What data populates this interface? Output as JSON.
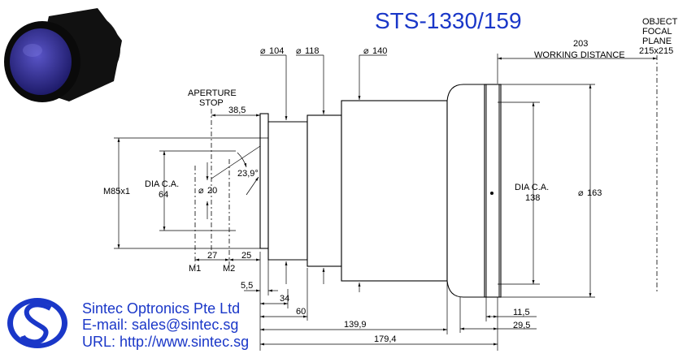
{
  "title": "STS-1330/159",
  "object_plane": {
    "line1": "OBJECT",
    "line2": "FOCAL",
    "line3": "PLANE",
    "line4": "215x215"
  },
  "working_distance": {
    "value": "203",
    "label": "WORKING DISTANCE"
  },
  "diameters": {
    "d104": "104",
    "d118": "118",
    "d140": "140",
    "d163": "163",
    "d20": "20"
  },
  "aperture": {
    "line1": "APERTURE",
    "line2": "STOP",
    "dist": "38,5"
  },
  "angle": "23,9°",
  "mount": "M85x1",
  "dia_ca_left": {
    "label": "DIA C.A.",
    "value": "64"
  },
  "dia_ca_right": {
    "label": "DIA C.A.",
    "value": "138"
  },
  "m_dims": {
    "d27": "27",
    "d25": "25",
    "m1": "M1",
    "m2": "M2"
  },
  "bottom_dims": {
    "d5_5": "5,5",
    "d34": "34",
    "d60": "60",
    "d139_9": "139,9",
    "d179_4": "179,4",
    "d11_5": "11,5",
    "d29_5": "29,5"
  },
  "company": {
    "name": "Sintec Optronics Pte Ltd",
    "email": "E-mail: sales@sintec.sg",
    "url": "URL: http://www.sintec.sg"
  },
  "colors": {
    "brand_blue": "#1a37c8",
    "lens_glass": "#3a36a0"
  }
}
